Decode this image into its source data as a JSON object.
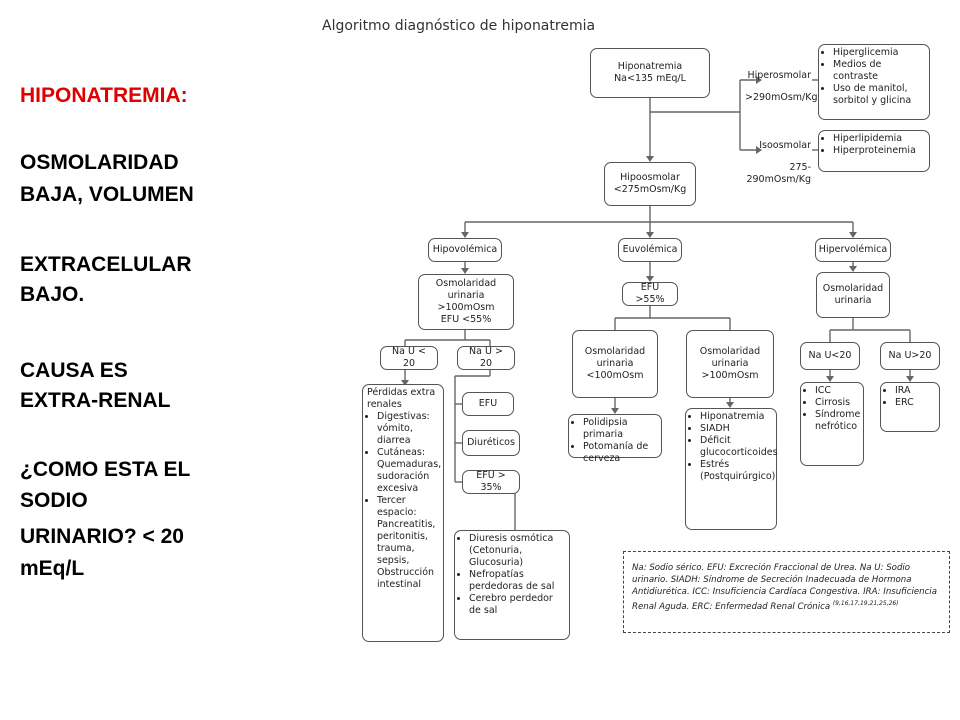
{
  "left": {
    "heading": "HIPONATREMIA:",
    "osm1": "OSMOLARIDAD",
    "osm2": "BAJA, VOLUMEN",
    "ext1": "EXTRACELULAR",
    "ext2": "BAJO.",
    "cause1": "CAUSA ES",
    "cause2": "EXTRA-RENAL",
    "q1": " ¿COMO ESTA EL",
    "q2": "SODIO",
    "q3": "URINARIO?  < 20",
    "q4": "mEq/L"
  },
  "diagram": {
    "title": "Algoritmo diagnóstico de hiponatremia",
    "root": [
      "Hiponatremia",
      "Na<135 mEq/L"
    ],
    "hiperosmolar": [
      "Hiperosmolar",
      ">290mOsm/Kg"
    ],
    "hiper_causes": [
      "Hiperglicemia",
      "Medios de contraste",
      "Uso de manitol, sorbitol y glicina"
    ],
    "isoosmolar": [
      "Isoosmolar",
      "275-290mOsm/Kg"
    ],
    "iso_causes": [
      "Hiperlipidemia",
      "Hiperproteinemia"
    ],
    "hipoosmolar": [
      "Hipoosmolar",
      "<275mOsm/Kg"
    ],
    "hipovolemica": "Hipovolémica",
    "euvolemica": "Euvolémica",
    "hipervolemica": "Hipervolémica",
    "hipo_osm": [
      "Osmolaridad urinaria",
      ">100mOsm",
      "EFU <55%"
    ],
    "efu55": "EFU >55%",
    "hiper_osm": [
      "Osmolaridad",
      "urinaria"
    ],
    "nau_lt20": "Na U < 20",
    "nau_gt20": "Na U > 20",
    "eu_low": [
      "Osmolaridad",
      "urinaria",
      "<100mOsm"
    ],
    "eu_high": [
      "Osmolaridad",
      "urinaria",
      ">100mOsm"
    ],
    "hv_lt20": "Na U<20",
    "hv_gt20": "Na U>20",
    "extra_renal_title": "Pérdidas extra renales",
    "extra_renal": [
      "Digestivas: vómito, diarrea",
      "Cutáneas: Quemaduras, sudoración excesiva",
      "Tercer espacio: Pancreatitis, peritonitis, trauma, sepsis, Obstrucción intestinal"
    ],
    "efu": "EFU",
    "diureticos": "Diuréticos",
    "efu35": "EFU > 35%",
    "renal_causes": [
      "Diuresis osmótica (Cetonuria, Glucosuria)",
      "Nefropatías perdedoras de sal",
      "Cerebro perdedor de sal"
    ],
    "eu_low_causes": [
      "Polidipsia primaria",
      "Potomanía de cerveza"
    ],
    "eu_high_causes": [
      "Hiponatremia",
      "SIADH",
      "Déficit glucocorticoides",
      "Estrés (Postquirúrgico)"
    ],
    "hv_lt20_causes": [
      "ICC",
      "Cirrosis",
      "Síndrome nefrótico"
    ],
    "hv_gt20_causes": [
      "IRA",
      "ERC"
    ],
    "legend": "Na: Sodio sérico. EFU: Excreción Fraccional de Urea. Na U: Sodio urinario. SIADH: Síndrome de Secreción Inadecuada de Hormona Antidiurética. ICC: Insuficiencia Cardíaca Congestiva. IRA: Insuficiencia Renal Aguda. ERC: Enfermedad Renal Crónica",
    "legend_refs": "(9,16,17,19,21,25,26)"
  }
}
